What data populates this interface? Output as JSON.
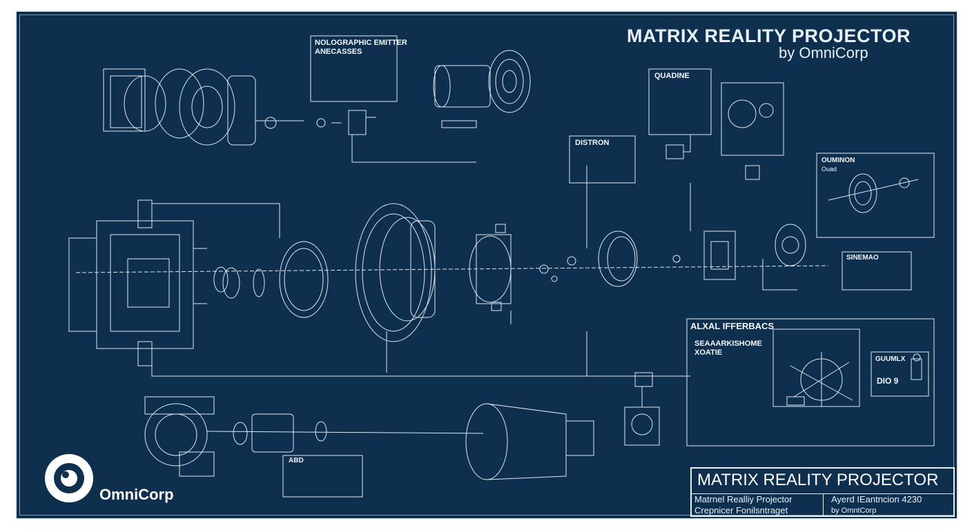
{
  "header": {
    "title": "MATRIX REALITY PROJECTOR",
    "subtitle": "by OmniCorp"
  },
  "logo": {
    "text": "OmniCorp"
  },
  "callouts": {
    "holo_emitter": {
      "title": "NOLOGRAPHIC EMITTER",
      "subtitle": "ANECASSES"
    },
    "quadine": {
      "title": "QUADINE"
    },
    "distron": {
      "title": "DISTRON"
    },
    "ouminon": {
      "title": "OUMINON",
      "sub": "Ouad"
    },
    "sinemao": {
      "title": "SINEMAO"
    },
    "alxal": {
      "title": "ALXAL IFFERBACS",
      "sub": "SEAAARKISHOME",
      "sub2": "XOATIE"
    },
    "guumlx": {
      "title": "GUUMLX",
      "value": "DIO 9"
    },
    "abd": {
      "title": "ABD"
    }
  },
  "title_block": {
    "title": "MATRIX REALITY PROJECTOR",
    "line1": "Matrnel Realliy Projector",
    "line2": "Crepnicer Fonilsntraget",
    "right1": "Ayerd IEantncion 4230",
    "right2": "by OmntCorp"
  },
  "colors": {
    "background": "#0f2f4e",
    "line": "#dfe9f3"
  }
}
